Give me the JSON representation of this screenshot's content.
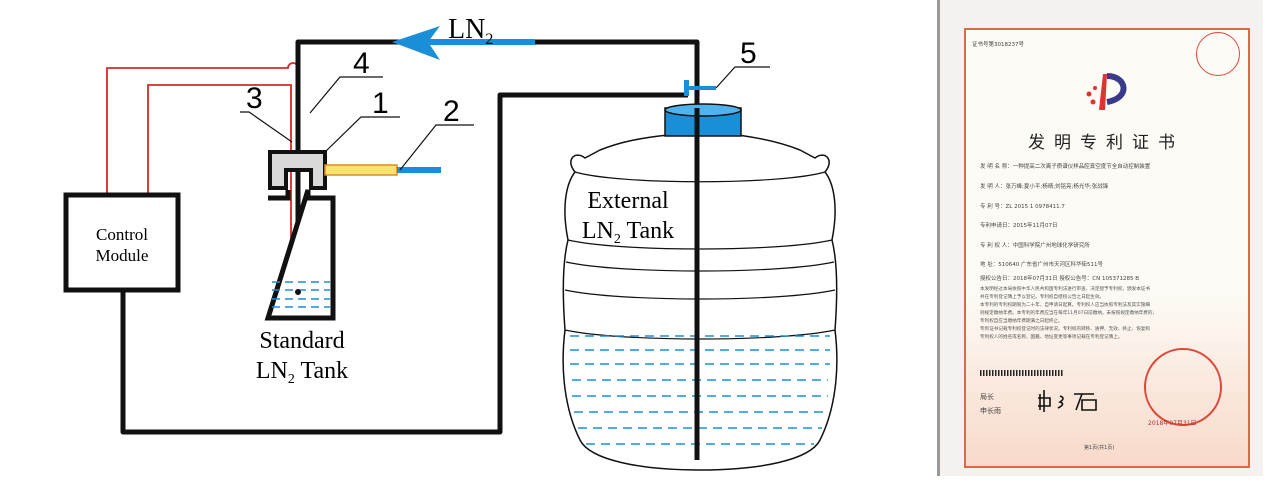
{
  "diagram": {
    "flow_label": "LN",
    "flow_sub": "2",
    "control_module": [
      "Control",
      "Module"
    ],
    "standard_tank": [
      "Standard",
      "LN",
      "2",
      " Tank"
    ],
    "external_tank": [
      "External",
      "LN",
      "2",
      " Tank"
    ],
    "part_numbers": [
      "1",
      "2",
      "3",
      "4",
      "5"
    ],
    "colors": {
      "wire": "#d42a2a",
      "pipe": "#111111",
      "ln2": "#1a8fd8",
      "tube": "#f7e36b",
      "cap": "#d9d9d9"
    }
  },
  "certificate": {
    "cert_no": "证书号第3018237号",
    "title": "发明专利证书",
    "fields": [
      "发 明 名 称：一种提高二次离子质谱仪样品腔真空度节全自动控制装置",
      "发    明    人：张万峰;夏小平;杨晴;刘铭亮;杨光华;张战锋",
      "专    利    号：ZL 2015 1 0978411.7",
      "专利申请日：2015年11月07日",
      "专  利  权  人：中国科学院广州地球化学研究所",
      "地          址：510640 广东省广州市天河区科华街511号",
      "授权公告日：2018年07月31日     授权公告号：CN 105371285 B"
    ],
    "body": [
      "本发明经过本局依照中华人民共和国专利法进行审查，决定授予专利权，颁发本证书",
      "并在专利登记簿上予以登记。专利权自授权公告之日起生效。",
      "本专利的专利权期限为二十年，自申请日起算。专利权人应当依照专利法及其实施细",
      "则规定缴纳年费。本专利的年费应当在每年11月07日前缴纳。未按照规定缴纳年费的，",
      "专利权自应当缴纳年费期满之日起终止。",
      "专利证书记载专利权登记时的法律状况。专利权的转移、质押、无效、终止、恢复和",
      "专利权人的姓名或名称、国籍、地址变更等事项记载在专利登记簿上。"
    ],
    "signer_title": "局长",
    "signer_name": "申长雨",
    "seal_date": "2018年07月31日",
    "page": "第1页(共1页)"
  }
}
